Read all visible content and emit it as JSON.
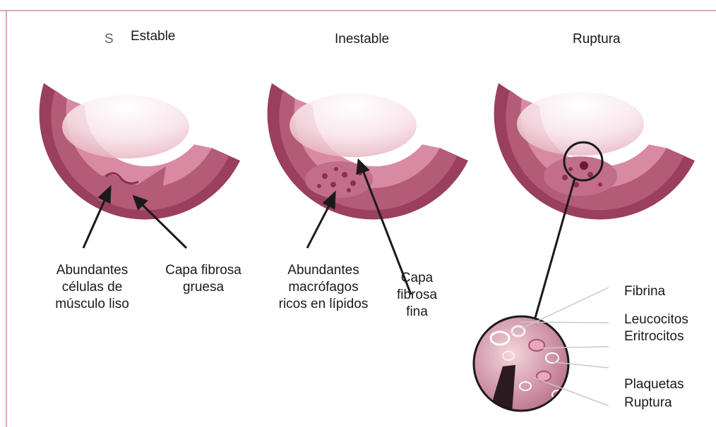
{
  "panels": {
    "stable": {
      "marker": "S",
      "title": "Estable"
    },
    "unstable": {
      "title": "Inestable"
    },
    "rupture": {
      "title": "Ruptura"
    }
  },
  "labels": {
    "smooth_muscle": "Abundantes\ncélulas de\nmúsculo liso",
    "thick_cap": "Capa fibrosa\ngruesa",
    "macrophages": "Abundantes\nmacrófagos\nricos en lípidos",
    "thin_cap": "Capa\nfibrosa\nfina",
    "fibrin": "Fibrina",
    "leukocytes": "Leucocitos",
    "erythrocytes": "Eritrocitos",
    "platelets": "Plaquetas",
    "rupture": "Ruptura"
  },
  "colors": {
    "frame": "#d8a9b8",
    "vessel_outer": "#9a3f5d",
    "vessel_wall": "#b45b78",
    "vessel_inner": "#d98aa3",
    "lumen": "#f5dbe3"
  }
}
